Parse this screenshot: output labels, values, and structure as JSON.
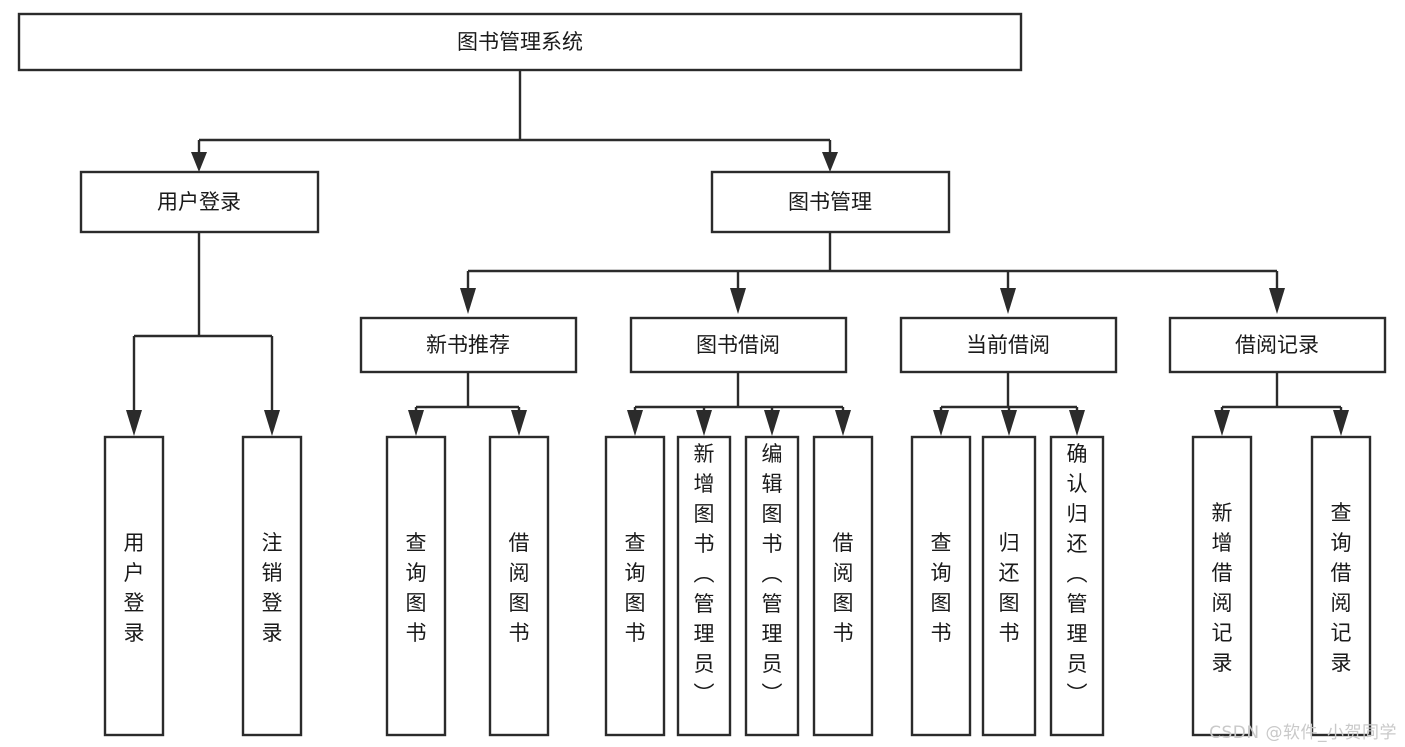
{
  "diagram": {
    "title": "图书管理系统",
    "type": "hierarchy-tree",
    "watermark": "CSDN @软件_小贺同学",
    "colors": {
      "box_stroke": "#2b2b2b",
      "box_fill": "#ffffff",
      "text": "#1a1a1a",
      "background": "#ffffff",
      "watermark": "#c9c9c9"
    },
    "nodes": {
      "root": {
        "label": "图书管理系统",
        "level": 0,
        "orientation": "horizontal"
      },
      "l1": [
        {
          "id": "user_login",
          "label": "用户登录",
          "level": 1,
          "orientation": "horizontal"
        },
        {
          "id": "book_manage",
          "label": "图书管理",
          "level": 1,
          "orientation": "horizontal"
        }
      ],
      "l2": [
        {
          "id": "new_book_rec",
          "label": "新书推荐",
          "level": 2,
          "orientation": "horizontal",
          "parent": "book_manage"
        },
        {
          "id": "book_borrow",
          "label": "图书借阅",
          "level": 2,
          "orientation": "horizontal",
          "parent": "book_manage"
        },
        {
          "id": "current_borrow",
          "label": "当前借阅",
          "level": 2,
          "orientation": "horizontal",
          "parent": "book_manage"
        },
        {
          "id": "borrow_record",
          "label": "借阅记录",
          "level": 2,
          "orientation": "horizontal",
          "parent": "book_manage"
        }
      ],
      "leaves": [
        {
          "id": "leaf_user_login",
          "label": "用户登录",
          "parent": "user_login",
          "orientation": "vertical",
          "align": "middle"
        },
        {
          "id": "leaf_logout",
          "label": "注销登录",
          "parent": "user_login",
          "orientation": "vertical",
          "align": "middle"
        },
        {
          "id": "leaf_query_book_1",
          "label": "查询图书",
          "parent": "new_book_rec",
          "orientation": "vertical",
          "align": "middle"
        },
        {
          "id": "leaf_borrow_book_1",
          "label": "借阅图书",
          "parent": "new_book_rec",
          "orientation": "vertical",
          "align": "middle"
        },
        {
          "id": "leaf_query_book_2",
          "label": "查询图书",
          "parent": "book_borrow",
          "orientation": "vertical",
          "align": "middle"
        },
        {
          "id": "leaf_add_book",
          "label": "新增图书（管理员）",
          "parent": "book_borrow",
          "orientation": "vertical",
          "align": "top"
        },
        {
          "id": "leaf_edit_book",
          "label": "编辑图书（管理员）",
          "parent": "book_borrow",
          "orientation": "vertical",
          "align": "top"
        },
        {
          "id": "leaf_borrow_book_2",
          "label": "借阅图书",
          "parent": "book_borrow",
          "orientation": "vertical",
          "align": "middle"
        },
        {
          "id": "leaf_query_book_3",
          "label": "查询图书",
          "parent": "current_borrow",
          "orientation": "vertical",
          "align": "middle"
        },
        {
          "id": "leaf_return_book",
          "label": "归还图书",
          "parent": "current_borrow",
          "orientation": "vertical",
          "align": "middle"
        },
        {
          "id": "leaf_confirm_return",
          "label": "确认归还（管理员）",
          "parent": "current_borrow",
          "orientation": "vertical",
          "align": "top"
        },
        {
          "id": "leaf_add_record",
          "label": "新增借阅记录",
          "parent": "borrow_record",
          "orientation": "vertical",
          "align": "middle"
        },
        {
          "id": "leaf_query_record",
          "label": "查询借阅记录",
          "parent": "borrow_record",
          "orientation": "vertical",
          "align": "middle"
        }
      ]
    }
  }
}
